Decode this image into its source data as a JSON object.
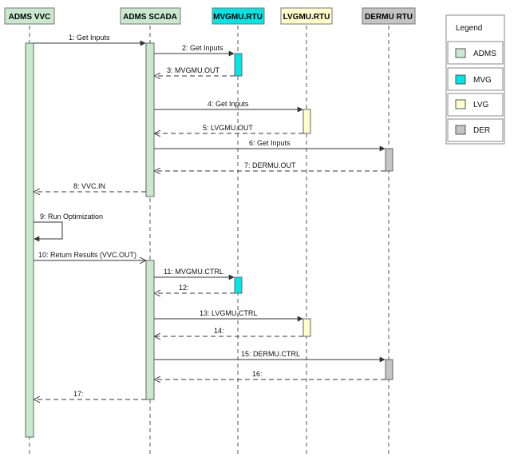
{
  "participants": [
    {
      "id": "vvc",
      "label": "ADMS VVC",
      "color": "#c9e9cf"
    },
    {
      "id": "scada",
      "label": "ADMS SCADA",
      "color": "#c9e9cf"
    },
    {
      "id": "mvg",
      "label": "MVGMU.RTU",
      "color": "#00e5e5"
    },
    {
      "id": "lvg",
      "label": "LVGMU.RTU",
      "color": "#ffffcc"
    },
    {
      "id": "der",
      "label": "DERMU RTU",
      "color": "#c4c4c4"
    }
  ],
  "messages": [
    {
      "n": 1,
      "text": "1: Get Inputs",
      "from": "vvc",
      "to": "scada",
      "kind": "call"
    },
    {
      "n": 2,
      "text": "2: Get Inputs",
      "from": "scada",
      "to": "mvg",
      "kind": "call"
    },
    {
      "n": 3,
      "text": "3: MVGMU.OUT",
      "from": "mvg",
      "to": "scada",
      "kind": "return"
    },
    {
      "n": 4,
      "text": "4: Get Inputs",
      "from": "scada",
      "to": "lvg",
      "kind": "call"
    },
    {
      "n": 5,
      "text": "5: LVGMU.OUT",
      "from": "lvg",
      "to": "scada",
      "kind": "return"
    },
    {
      "n": 6,
      "text": "6: Get Inputs",
      "from": "scada",
      "to": "der",
      "kind": "call"
    },
    {
      "n": 7,
      "text": "7: DERMU.OUT",
      "from": "der",
      "to": "scada",
      "kind": "return"
    },
    {
      "n": 8,
      "text": "8: VVC.IN",
      "from": "scada",
      "to": "vvc",
      "kind": "return"
    },
    {
      "n": 9,
      "text": "9: Run Optimization",
      "from": "vvc",
      "to": "vvc",
      "kind": "self"
    },
    {
      "n": 10,
      "text": "10: Return Results (VVC.OUT)",
      "from": "vvc",
      "to": "scada",
      "kind": "call"
    },
    {
      "n": 11,
      "text": "11: MVGMU.CTRL",
      "from": "scada",
      "to": "mvg",
      "kind": "call"
    },
    {
      "n": 12,
      "text": "12:",
      "from": "mvg",
      "to": "scada",
      "kind": "return"
    },
    {
      "n": 13,
      "text": "13: LVGMU.CTRL",
      "from": "scada",
      "to": "lvg",
      "kind": "call"
    },
    {
      "n": 14,
      "text": "14:",
      "from": "lvg",
      "to": "scada",
      "kind": "return"
    },
    {
      "n": 15,
      "text": "15: DERMU.CTRL",
      "from": "scada",
      "to": "der",
      "kind": "call"
    },
    {
      "n": 16,
      "text": "16:",
      "from": "der",
      "to": "scada",
      "kind": "return"
    },
    {
      "n": 17,
      "text": "17:",
      "from": "scada",
      "to": "vvc",
      "kind": "return"
    }
  ],
  "legend": {
    "title": "Legend",
    "items": [
      {
        "label": "ADMS",
        "color": "#c9e9cf"
      },
      {
        "label": "MVG",
        "color": "#00e5e5"
      },
      {
        "label": "LVG",
        "color": "#ffffcc"
      },
      {
        "label": "DER",
        "color": "#c4c4c4"
      }
    ]
  }
}
